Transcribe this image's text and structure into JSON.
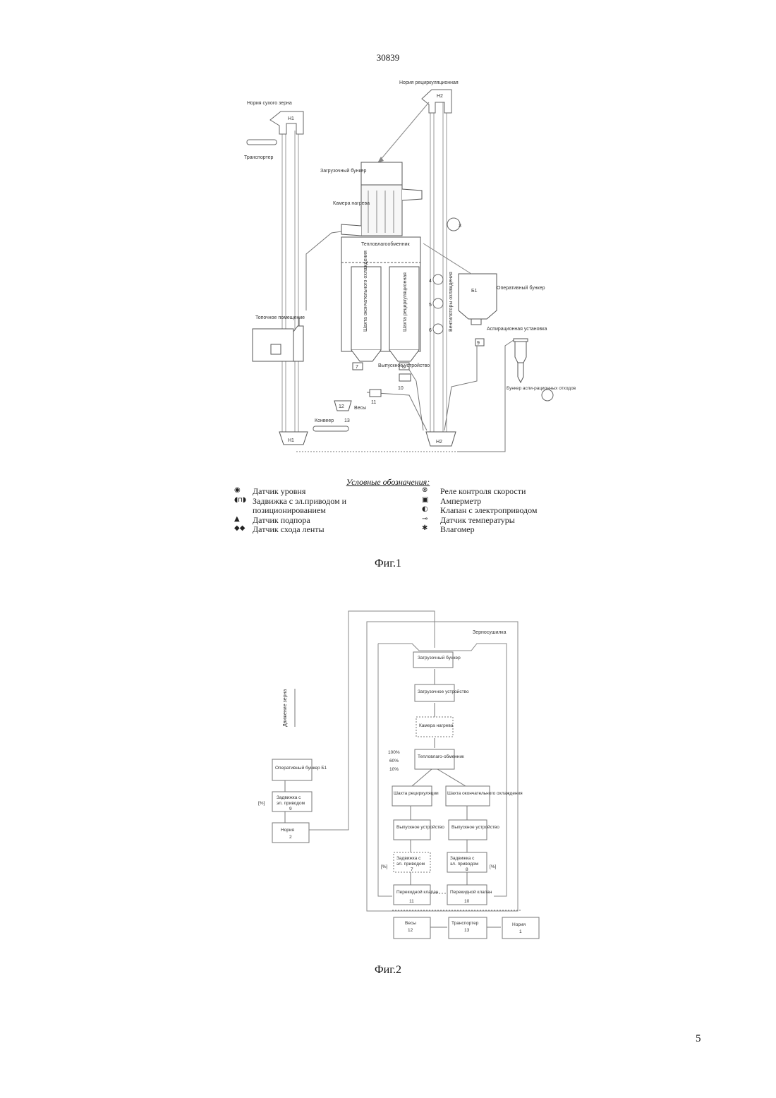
{
  "doc_number": "30839",
  "page_number": "5",
  "fig1": {
    "caption": "Фиг.1",
    "labels": {
      "dry_grain_elevator": "Нория сухого зерна",
      "h1": "H1",
      "recirc_elevator": "Нория рециркуляционная",
      "h2": "H2",
      "transporter": "Транспортер",
      "load_bunker": "Загрузочный бункер",
      "heat_chamber": "Камера нагрева",
      "fan_3": "3",
      "heat_exchanger": "Тепловлагообменник",
      "final_cooling_shaft": "Шахта окончательного охлаждения",
      "recirc_shaft": "Шахта рециркуляционная",
      "cooling_fans": "Вентиляторы охлаждения",
      "fan_4": "4",
      "fan_5": "5",
      "fan_6": "6",
      "oper_bunker": "Оперативный бункер",
      "b1": "Б1",
      "furnace_room": "Топочное помещение",
      "aspiration_unit": "Аспирационная установка",
      "aspiration_bunker": "Бункер аспи-рационных отходов",
      "outlet_device": "Выпускное устройство",
      "n7": "7",
      "n8": "8",
      "n9": "9",
      "n10": "10",
      "n11": "11",
      "scales": "Весы",
      "n12": "12",
      "conveyor": "Конвеер",
      "n13": "13"
    }
  },
  "legend": {
    "title": "Условные обозначения:",
    "left": [
      {
        "icon": "level-sensor-icon",
        "sym": "◉",
        "text": "Датчик уровня"
      },
      {
        "icon": "gate-drive-icon",
        "sym": "◖п◗",
        "text": "Задвижка с эл.приводом и"
      },
      {
        "icon": "",
        "sym": "",
        "text": "позиционированием"
      },
      {
        "icon": "backup-sensor-icon",
        "sym": "▲",
        "text": "Датчик подпора"
      },
      {
        "icon": "belt-sensor-icon",
        "sym": "◆◆",
        "text": "Датчик схода ленты"
      }
    ],
    "right": [
      {
        "icon": "speed-relay-icon",
        "sym": "⊗",
        "text": "Реле контроля скорости"
      },
      {
        "icon": "ammeter-icon",
        "sym": "▣",
        "text": "Амперметр"
      },
      {
        "icon": "valve-icon",
        "sym": "◐",
        "text": "Клапан с электроприводом"
      },
      {
        "icon": "thermo-icon",
        "sym": "⊸",
        "text": "Датчик температуры"
      },
      {
        "icon": "moisture-icon",
        "sym": "✱",
        "text": "Влагомер"
      }
    ]
  },
  "fig2": {
    "caption": "Фиг.2",
    "dryer_title": "Зерносушилка",
    "grain_flow": "Движение зерна",
    "boxes": {
      "load_bunker": "Загрузочный бункер",
      "load_device": "Загрузочное устройство",
      "heat_chamber": "Камера нагрева",
      "heat_exchanger": "Тепловлаго-обменник",
      "recirc_shaft": "Шахта рециркуляции",
      "final_cooling": "Шахта окончательного охлаждения",
      "outlet_left": "Выпускное устройство",
      "outlet_right": "Выпускное устройство",
      "gate_left_a": "Задвижка с",
      "gate_left_b": "эл. приводом",
      "gate_left_n": "7",
      "gate_right_a": "Задвижка с",
      "gate_right_b": "эл. приводом",
      "gate_right_n": "8",
      "valve_left_a": "Перекидной клапан",
      "valve_left_n": "11",
      "valve_right_a": "Перекидной клапан",
      "valve_right_n": "10",
      "oper_bunker": "Оперативный бункер Б1",
      "gate9_a": "Задвижка с",
      "gate9_b": "эл. приводом",
      "gate9_n": "9",
      "noria2_a": "Нория",
      "noria2_n": "2",
      "scales_a": "Весы",
      "scales_n": "12",
      "transporter_a": "Транспортер",
      "transporter_n": "13",
      "noria1_a": "Нория",
      "noria1_n": "1"
    },
    "levels": [
      "100%",
      "60%",
      "10%"
    ],
    "percent": "[%]"
  }
}
